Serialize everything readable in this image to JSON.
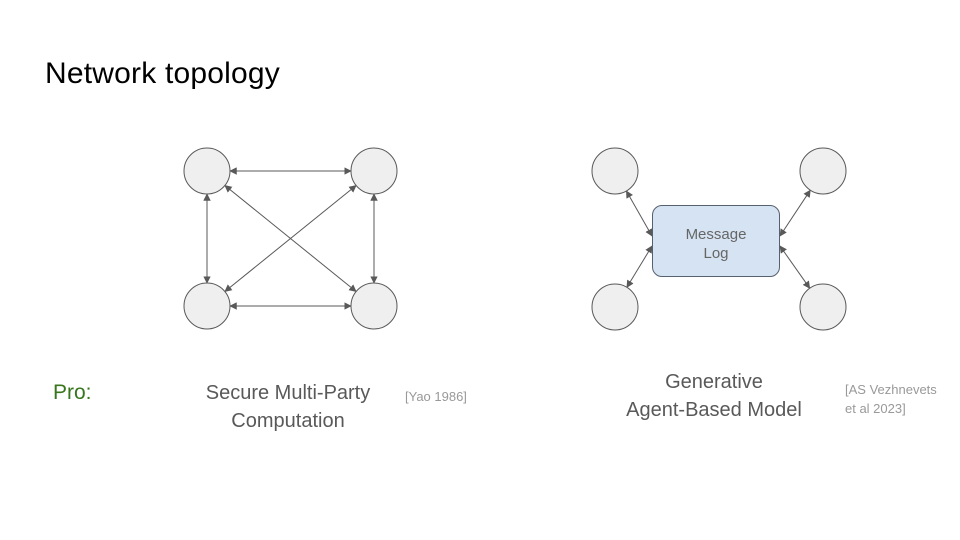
{
  "slide": {
    "title": "Network topology",
    "pro_label": "Pro:"
  },
  "left_diagram": {
    "label": {
      "line1": "Secure Multi-Party",
      "line2": "Computation"
    },
    "citation": "[Yao 1986]"
  },
  "right_diagram": {
    "hub": {
      "line1": "Message",
      "line2": "Log"
    },
    "label": {
      "line1": "Generative",
      "line2": "Agent-Based Model"
    },
    "citation": {
      "line1": "[AS Vezhnevets",
      "line2": "et al 2023]"
    }
  },
  "colors": {
    "title_text": "#000000",
    "body_text_gray": "#595959",
    "citation_gray": "#999999",
    "pro_green": "#38761d",
    "node_fill": "#efefef",
    "node_stroke": "#595959",
    "arrow_stroke": "#595959",
    "hub_fill": "#d5e3f2",
    "hub_stroke": "#56616f",
    "hub_text": "#666666"
  }
}
